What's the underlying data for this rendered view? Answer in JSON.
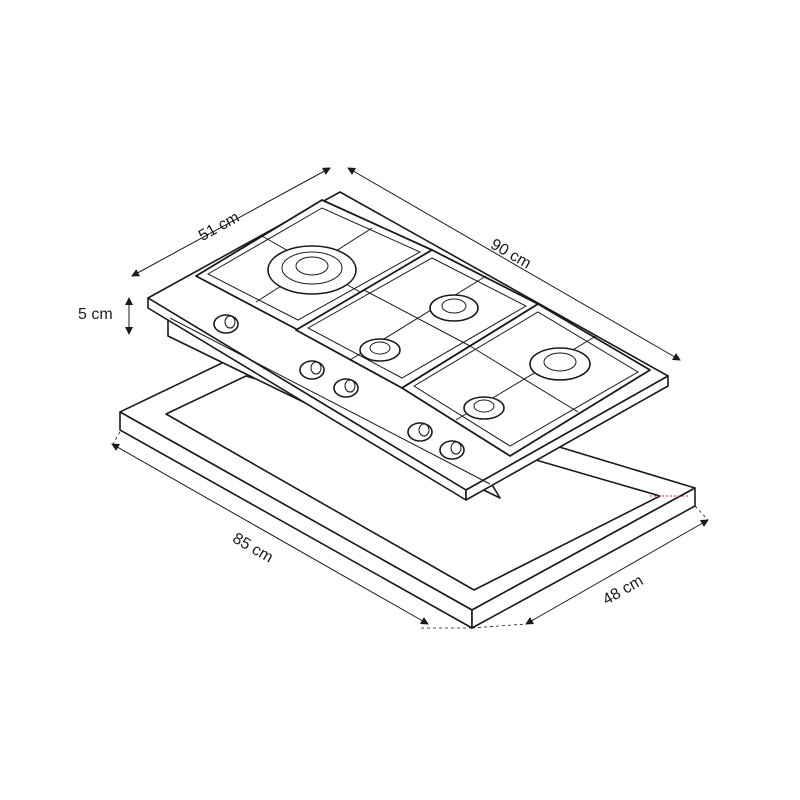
{
  "labels": {
    "depth": "51 cm",
    "width": "90 cm",
    "height": "5 cm",
    "cutout_width": "85 cm",
    "cutout_depth": "48 cm"
  },
  "colors": {
    "line": "#1a1a1a",
    "background": "#ffffff",
    "accent_dash": "#c0392b"
  }
}
